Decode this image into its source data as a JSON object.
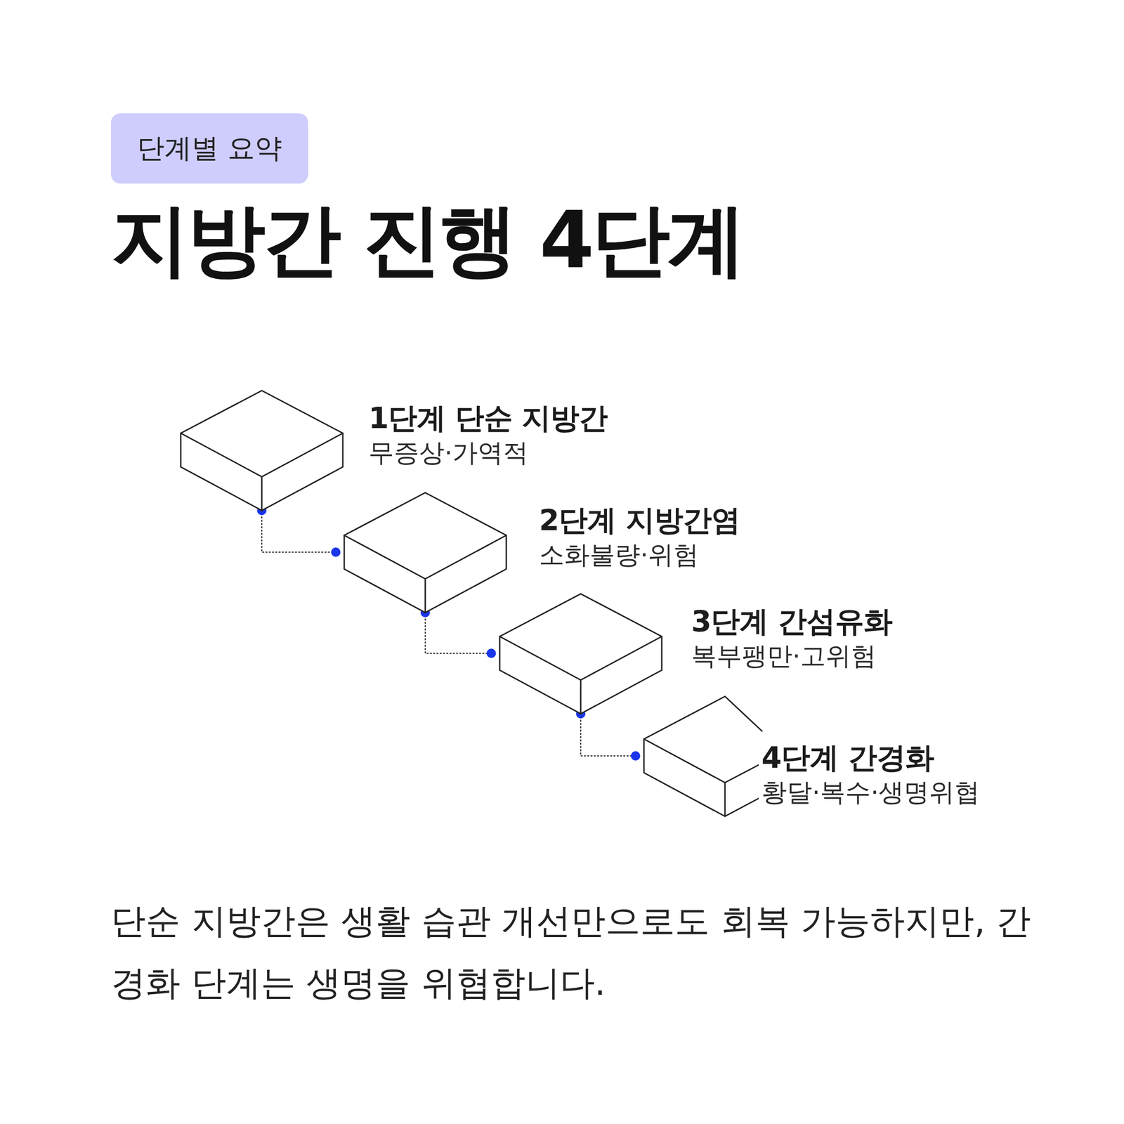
{
  "diagram": {
    "title": "지방간 진행 4단계",
    "caption": "단순 지방간은 생활 습관 개선만으로도 회복 가능하지만, 간경화 단계는 생명을 위협합니다.",
    "nodes": [
      {
        "text": [
          "단계별 요약"
        ]
      },
      {
        "text": [
          "1단계 단순 지방간",
          "무증상·가역적"
        ]
      },
      {
        "text": [
          "2단계 지방간염",
          "소화불량·위험"
        ]
      },
      {
        "text": [
          "3단계 간섬유화",
          "복부팽만·고위험"
        ]
      },
      {
        "text": [
          "4단계 간경화",
          "황달·복수·생명위협"
        ]
      }
    ],
    "edges": [
      {
        "from": 1,
        "to": 2,
        "arrow": "none"
      },
      {
        "from": 2,
        "to": 3,
        "arrow": "none"
      },
      {
        "from": 3,
        "to": 4,
        "arrow": "none"
      }
    ]
  }
}
